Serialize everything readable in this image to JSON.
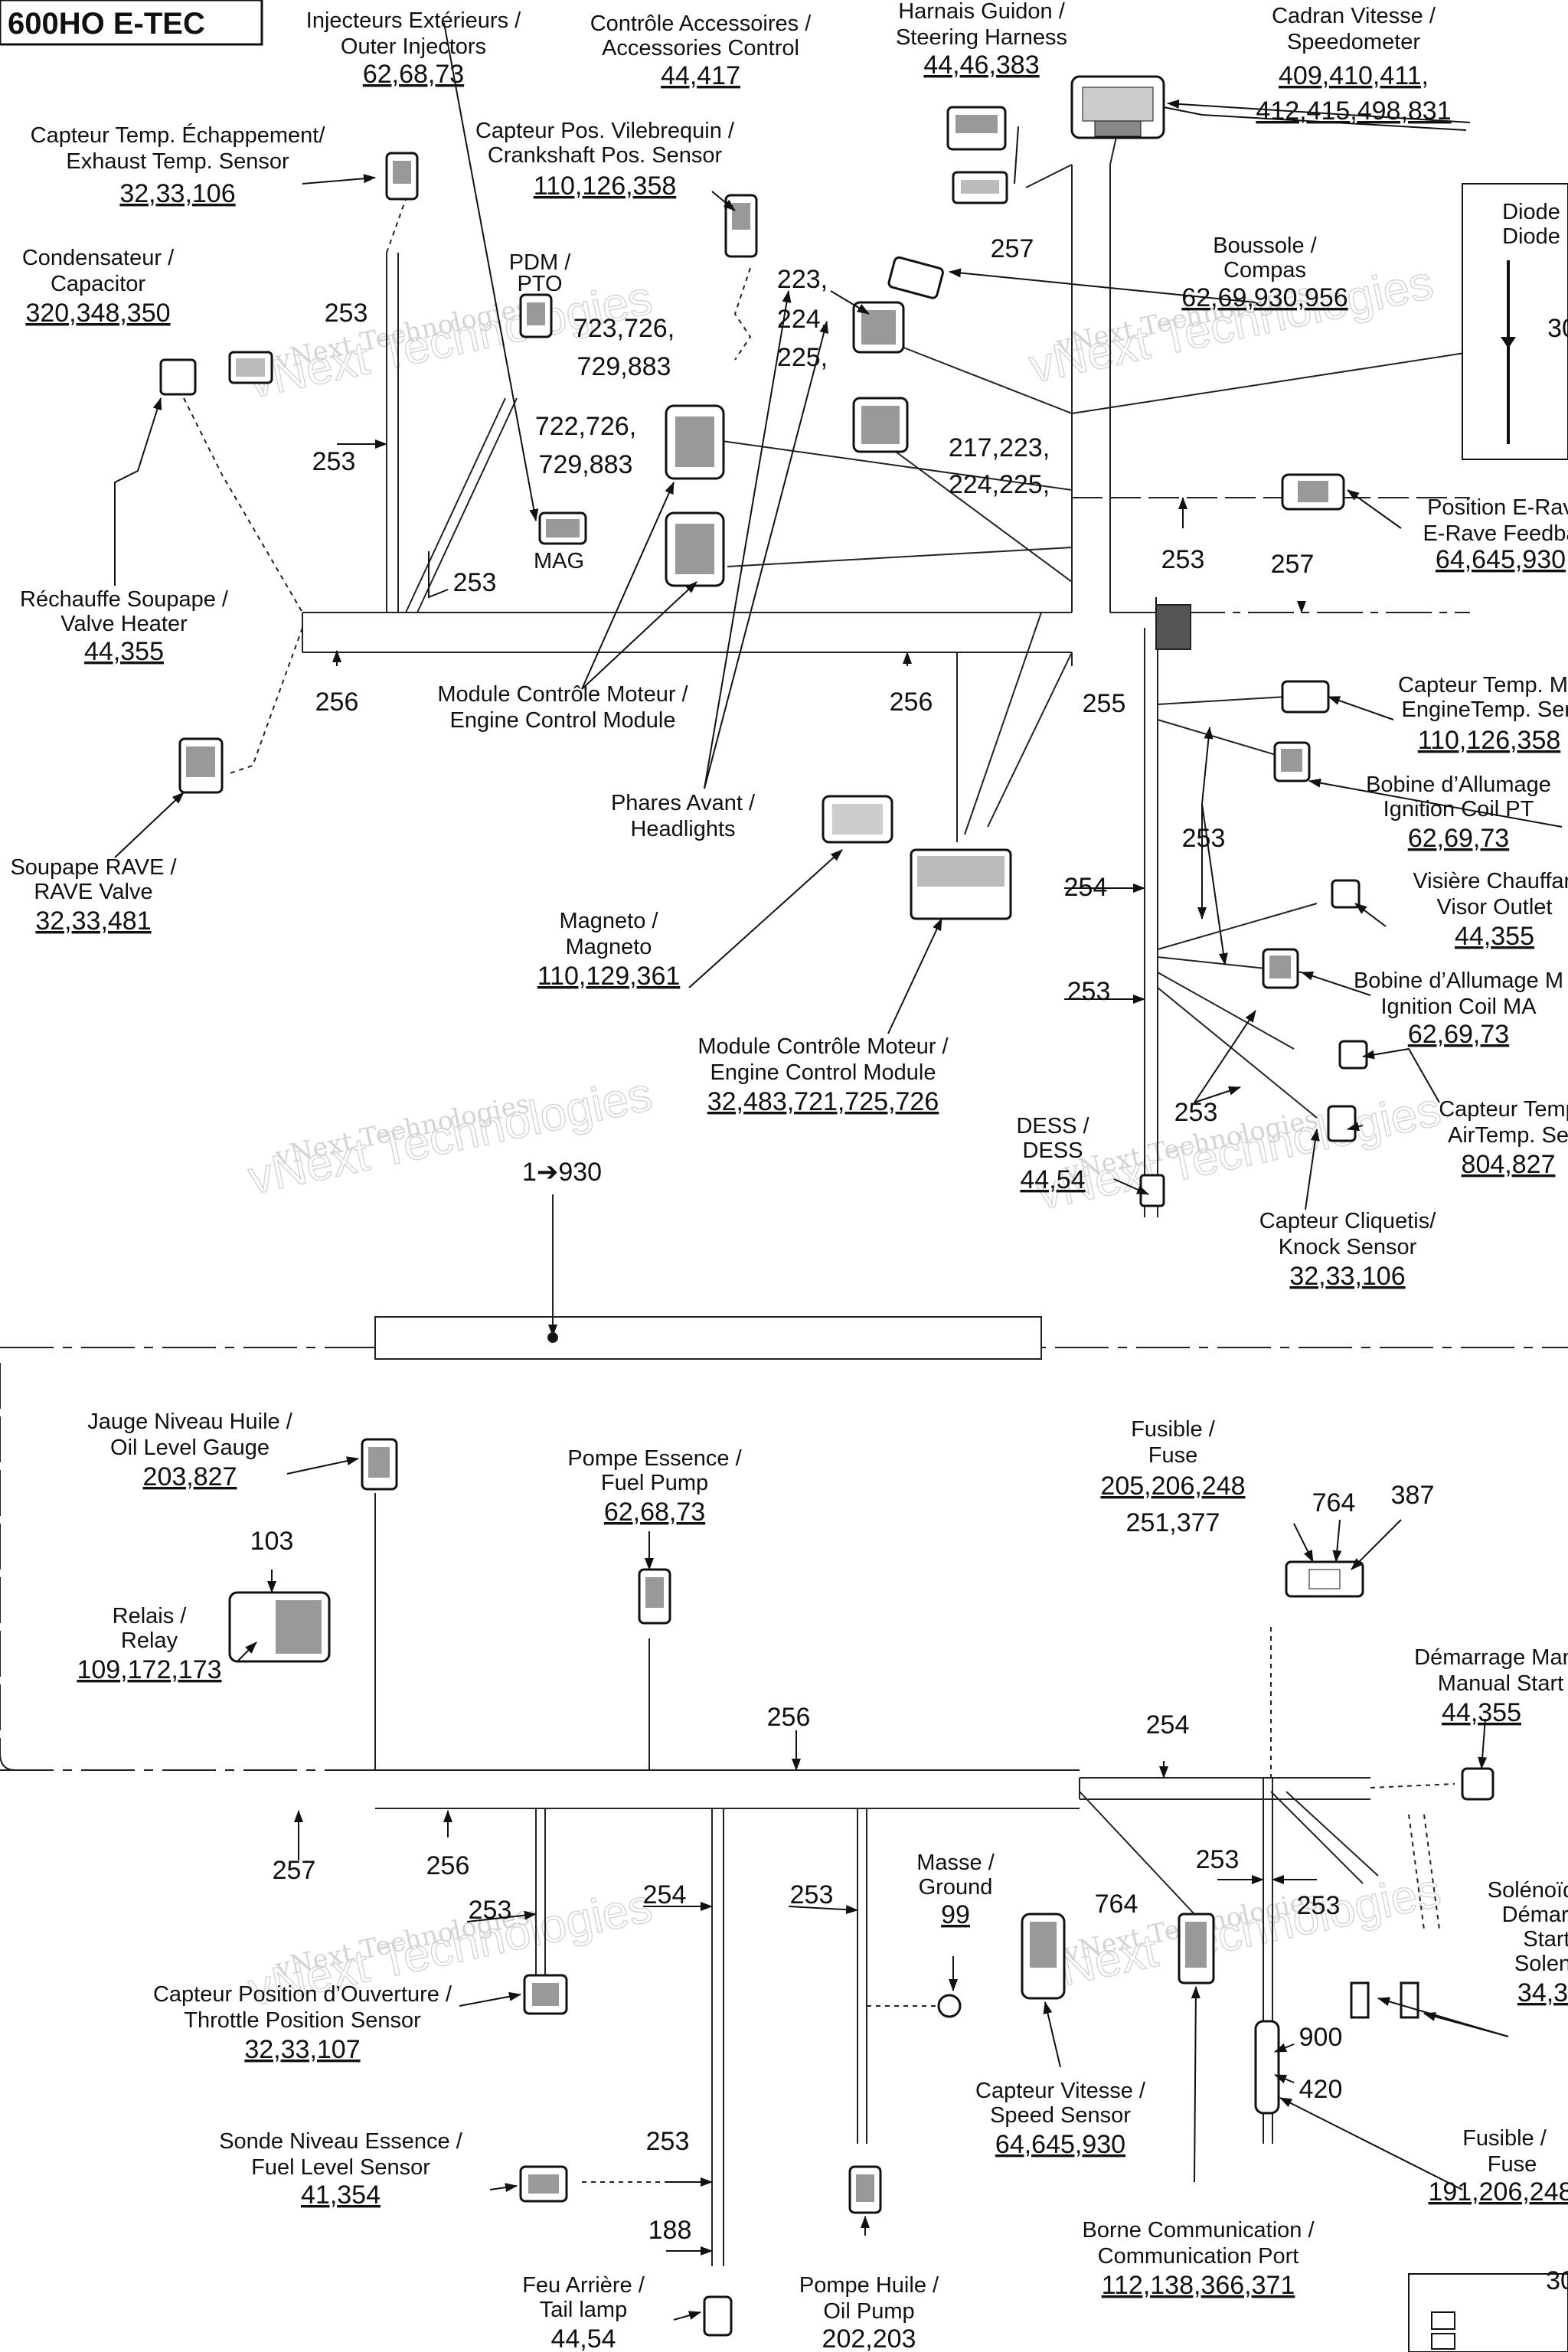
{
  "model": "600HO E-TEC",
  "watermark_text": "vNext Technologies",
  "separator_ref": "1➔930",
  "top_components": [
    {
      "id": "outer-injectors",
      "l1": "Injecteurs Extérieurs /",
      "l2": "Outer Injectors",
      "num": "62,68,73"
    },
    {
      "id": "accessories-control",
      "l1": "Contrôle Accessoires /",
      "l2": "Accessories Control",
      "num": "44,417"
    },
    {
      "id": "steering-harness",
      "l1": "Harnais Guidon /",
      "l2": "Steering Harness",
      "num": "44,46,383"
    },
    {
      "id": "speedometer",
      "l1": "Cadran Vitesse /",
      "l2": "Speedometer",
      "num": "409,410,411,",
      "num2": "412,415,498,831"
    },
    {
      "id": "exhaust-temp-sensor",
      "l1": "Capteur Temp. Échappement/",
      "l2": "Exhaust Temp. Sensor",
      "num": "32,33,106"
    },
    {
      "id": "crankshaft-sensor",
      "l1": "Capteur Pos. Vilebrequin /",
      "l2": "Crankshaft Pos. Sensor",
      "num": "110,126,358"
    },
    {
      "id": "capacitor",
      "l1": "Condensateur /",
      "l2": "Capacitor",
      "num": "320,348,350"
    },
    {
      "id": "diode",
      "l1": "Diode",
      "l2": "Diode",
      "num": "30"
    },
    {
      "id": "compass",
      "l1": "Boussole /",
      "l2": "Compas",
      "num": "62,69,930,956"
    },
    {
      "id": "erave-feedback",
      "l1": "Position E-Rav",
      "l2": "E-Rave Feedba",
      "num": "64,645,930"
    },
    {
      "id": "valve-heater",
      "l1": "Réchauffe Soupape /",
      "l2": "Valve Heater",
      "num": "44,355"
    },
    {
      "id": "engine-temp-sensor",
      "l1": "Capteur Temp. Mo",
      "l2": "EngineTemp. Sen",
      "num": "110,126,358"
    },
    {
      "id": "ignition-coil-pto",
      "l1": "Bobine d’Allumage",
      "l2": "Ignition Coil PT",
      "num": "62,69,73"
    },
    {
      "id": "rave-valve",
      "l1": "Soupape RAVE /",
      "l2": "RAVE Valve",
      "num": "32,33,481"
    },
    {
      "id": "visor-outlet",
      "l1": "Visière Chauffan",
      "l2": "Visor Outlet",
      "num": "44,355"
    },
    {
      "id": "ignition-coil-mag",
      "l1": "Bobine d’Allumage M",
      "l2": "Ignition Coil MA",
      "num": "62,69,73"
    },
    {
      "id": "magneto",
      "l1": "Magneto /",
      "l2": "Magneto",
      "num": "110,129,361"
    },
    {
      "id": "air-temp-sensor",
      "l1": "Capteur Temp",
      "l2": "AirTemp. Se",
      "num": "804,827"
    },
    {
      "id": "ecm-connector",
      "l1": "Module Contrôle Moteur /",
      "l2": "Engine Control Module",
      "num": "32,483,721,725,726"
    },
    {
      "id": "dess",
      "l1": "DESS /",
      "l2": "DESS",
      "num": "44,54"
    },
    {
      "id": "knock-sensor",
      "l1": "Capteur Cliquetis/",
      "l2": "Knock Sensor",
      "num": "32,33,106"
    }
  ],
  "top_callouts": {
    "pdm": "PDM /",
    "pto": "PTO",
    "mag": "MAG",
    "ecm_label1": "Module Contrôle Moteur /",
    "ecm_label2": "Engine Control Module",
    "headlights1": "Phares Avant /",
    "headlights2": "Headlights",
    "r223": "223,",
    "r224": "224,",
    "r225": "225,",
    "r723": "723,726,",
    "r729a": "729,883",
    "r722": "722,726,",
    "r729b": "729,883",
    "r217": "217,223,",
    "r224b": "224,225,"
  },
  "wire_labels_top": {
    "w257a": "257",
    "w253a": "253",
    "w253b": "253",
    "w253c": "253",
    "w256a": "256",
    "w256b": "256",
    "w253d": "253",
    "w257b": "257",
    "w255": "255",
    "w253e": "253",
    "w254": "254",
    "w253f": "253",
    "w253g": "253"
  },
  "bottom_components": [
    {
      "id": "oil-level-gauge",
      "l1": "Jauge Niveau Huile /",
      "l2": "Oil Level Gauge",
      "num": "203,827"
    },
    {
      "id": "fuel-pump",
      "l1": "Pompe Essence /",
      "l2": "Fuel Pump",
      "num": "62,68,73"
    },
    {
      "id": "fuse-top",
      "l1": "Fusible /",
      "l2": "Fuse",
      "num": "205,206,248",
      "num2": "251,377"
    },
    {
      "id": "relay",
      "l1": "Relais /",
      "l2": "Relay",
      "num": "109,172,173"
    },
    {
      "id": "manual-start",
      "l1": "Démarrage Manu",
      "l2": "Manual Start",
      "num": "44,355"
    },
    {
      "id": "ground",
      "l1": "Masse /",
      "l2": "Ground",
      "num": "99"
    },
    {
      "id": "starter-solenoid",
      "l1": "Solénoïd",
      "l2": "Démarr",
      "l3": "Start",
      "l4": "Solen",
      "num": "34,3"
    },
    {
      "id": "throttle-sensor",
      "l1": "Capteur Position d’Ouverture /",
      "l2": "Throttle Position Sensor",
      "num": "32,33,107"
    },
    {
      "id": "speed-sensor",
      "l1": "Capteur Vitesse /",
      "l2": "Speed Sensor",
      "num": "64,645,930"
    },
    {
      "id": "fuel-level-sensor",
      "l1": "Sonde Niveau Essence /",
      "l2": "Fuel Level Sensor",
      "num": "41,354"
    },
    {
      "id": "fuse-bottom",
      "l1": "Fusible /",
      "l2": "Fuse",
      "num": "191,206,248"
    },
    {
      "id": "communication-port",
      "l1": "Borne Communication /",
      "l2": "Communication Port",
      "num": "112,138,366,371"
    },
    {
      "id": "tail-lamp",
      "l1": "Feu Arrière /",
      "l2": "Tail lamp",
      "num": "44,54"
    },
    {
      "id": "oil-pump",
      "l1": "Pompe Huile /",
      "l2": "Oil Pump",
      "num": "202,203"
    }
  ],
  "bottom_refs": {
    "r103": "103",
    "r764a": "764",
    "r387": "387",
    "r764b": "764",
    "r900": "900",
    "r420": "420",
    "r188": "188",
    "r30": "30"
  },
  "wire_labels_bottom": {
    "w256a": "256",
    "w254a": "254",
    "w257": "257",
    "w256b": "256",
    "w253a": "253",
    "w254b": "254",
    "w253b": "253",
    "w253c": "253",
    "w253d": "253",
    "w253e": "253"
  }
}
